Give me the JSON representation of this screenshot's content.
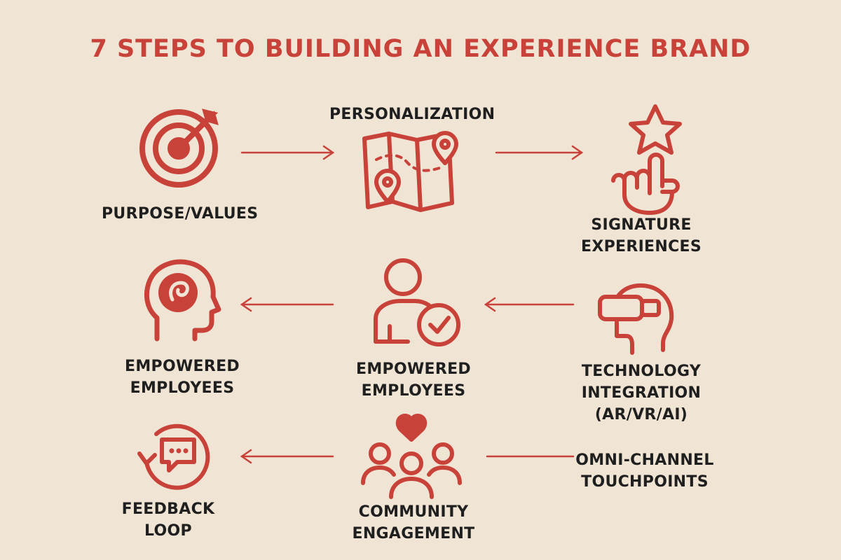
{
  "title": "7 STEPS TO BUILDING AN EXPERIENCE BRAND",
  "colors": {
    "background": "#F0E5D4",
    "accent": "#C8423A",
    "text": "#1F1F1F"
  },
  "nodes": [
    {
      "label": "PURPOSE/VALUES",
      "icon": "target-arrow-icon"
    },
    {
      "label": "PERSONALIZATION",
      "icon": "map-pins-icon"
    },
    {
      "label": "SIGNATURE\nEXPERIENCES",
      "icon": "star-hand-icon"
    },
    {
      "label": "EMPOWERED\nEMPLOYEES",
      "icon": "head-idea-icon"
    },
    {
      "label": "EMPOWERED\nEMPLOYEES",
      "icon": "person-check-icon"
    },
    {
      "label": "TECHNOLOGY\nINTEGRATION\n(AR/VR/AI)",
      "icon": "vr-headset-icon"
    },
    {
      "label": "FEEDBACK\nLOOP",
      "icon": "feedback-loop-icon"
    },
    {
      "label": "COMMUNITY\nENGAGEMENT",
      "icon": "community-heart-icon"
    },
    {
      "label": "OMNI-CHANNEL\nTOUCHPOINTS",
      "icon": ""
    }
  ],
  "connections": [
    {
      "from": "PURPOSE/VALUES",
      "to": "PERSONALIZATION"
    },
    {
      "from": "PERSONALIZATION",
      "to": "SIGNATURE\nEXPERIENCES"
    },
    {
      "from": "TECHNOLOGY\nINTEGRATION\n(AR/VR/AI)",
      "to": "EMPOWERED\nEMPLOYEES"
    },
    {
      "from": "EMPOWERED\nEMPLOYEES",
      "to": "EMPOWERED\nEMPLOYEES"
    },
    {
      "from": "COMMUNITY\nENGAGEMENT",
      "to": "FEEDBACK\nLOOP"
    }
  ]
}
